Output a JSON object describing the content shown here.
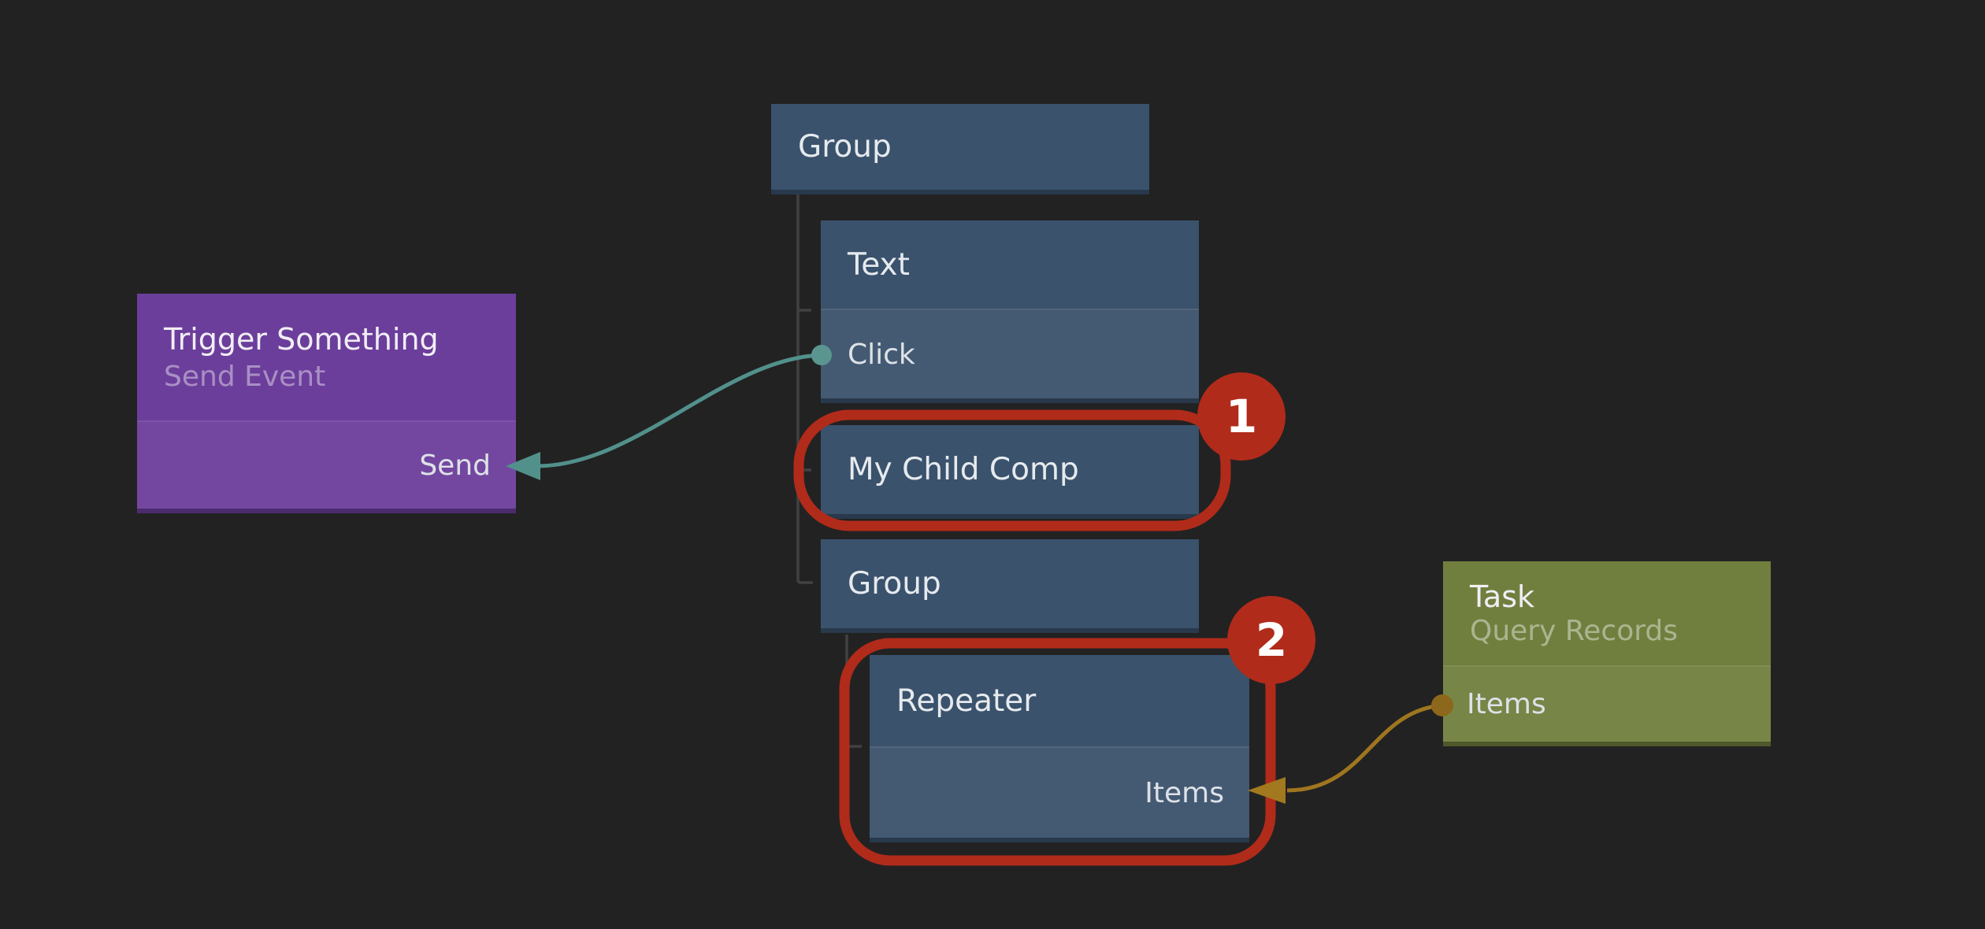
{
  "nodes": {
    "group_root": {
      "label": "Group"
    },
    "text": {
      "label": "Text",
      "ports": {
        "output": "Click"
      }
    },
    "my_child_comp": {
      "label": "My Child Comp"
    },
    "group_child": {
      "label": "Group"
    },
    "repeater": {
      "label": "Repeater",
      "ports": {
        "input": "Items"
      }
    },
    "trigger": {
      "title": "Trigger Something",
      "subtitle": "Send Event",
      "ports": {
        "output": "Send"
      }
    },
    "task": {
      "title": "Task",
      "subtitle": "Query Records",
      "ports": {
        "output": "Items"
      }
    }
  },
  "connections": {
    "event_wire": {
      "from": "Click",
      "to": "Send",
      "color": "#52908b"
    },
    "data_wire": {
      "from": "Items",
      "to": "Items",
      "color": "#9f761f"
    }
  },
  "annotations": {
    "badge_1": "1",
    "badge_2": "2"
  },
  "colors": {
    "background": "#222222",
    "node_blue": "#3a526c",
    "node_purple": "#6c3e9b",
    "node_olive": "#707f3e",
    "wire_teal": "#52908b",
    "wire_gold": "#9f761f",
    "annotation_red": "#b12b1a",
    "tree_line": "#414141"
  }
}
